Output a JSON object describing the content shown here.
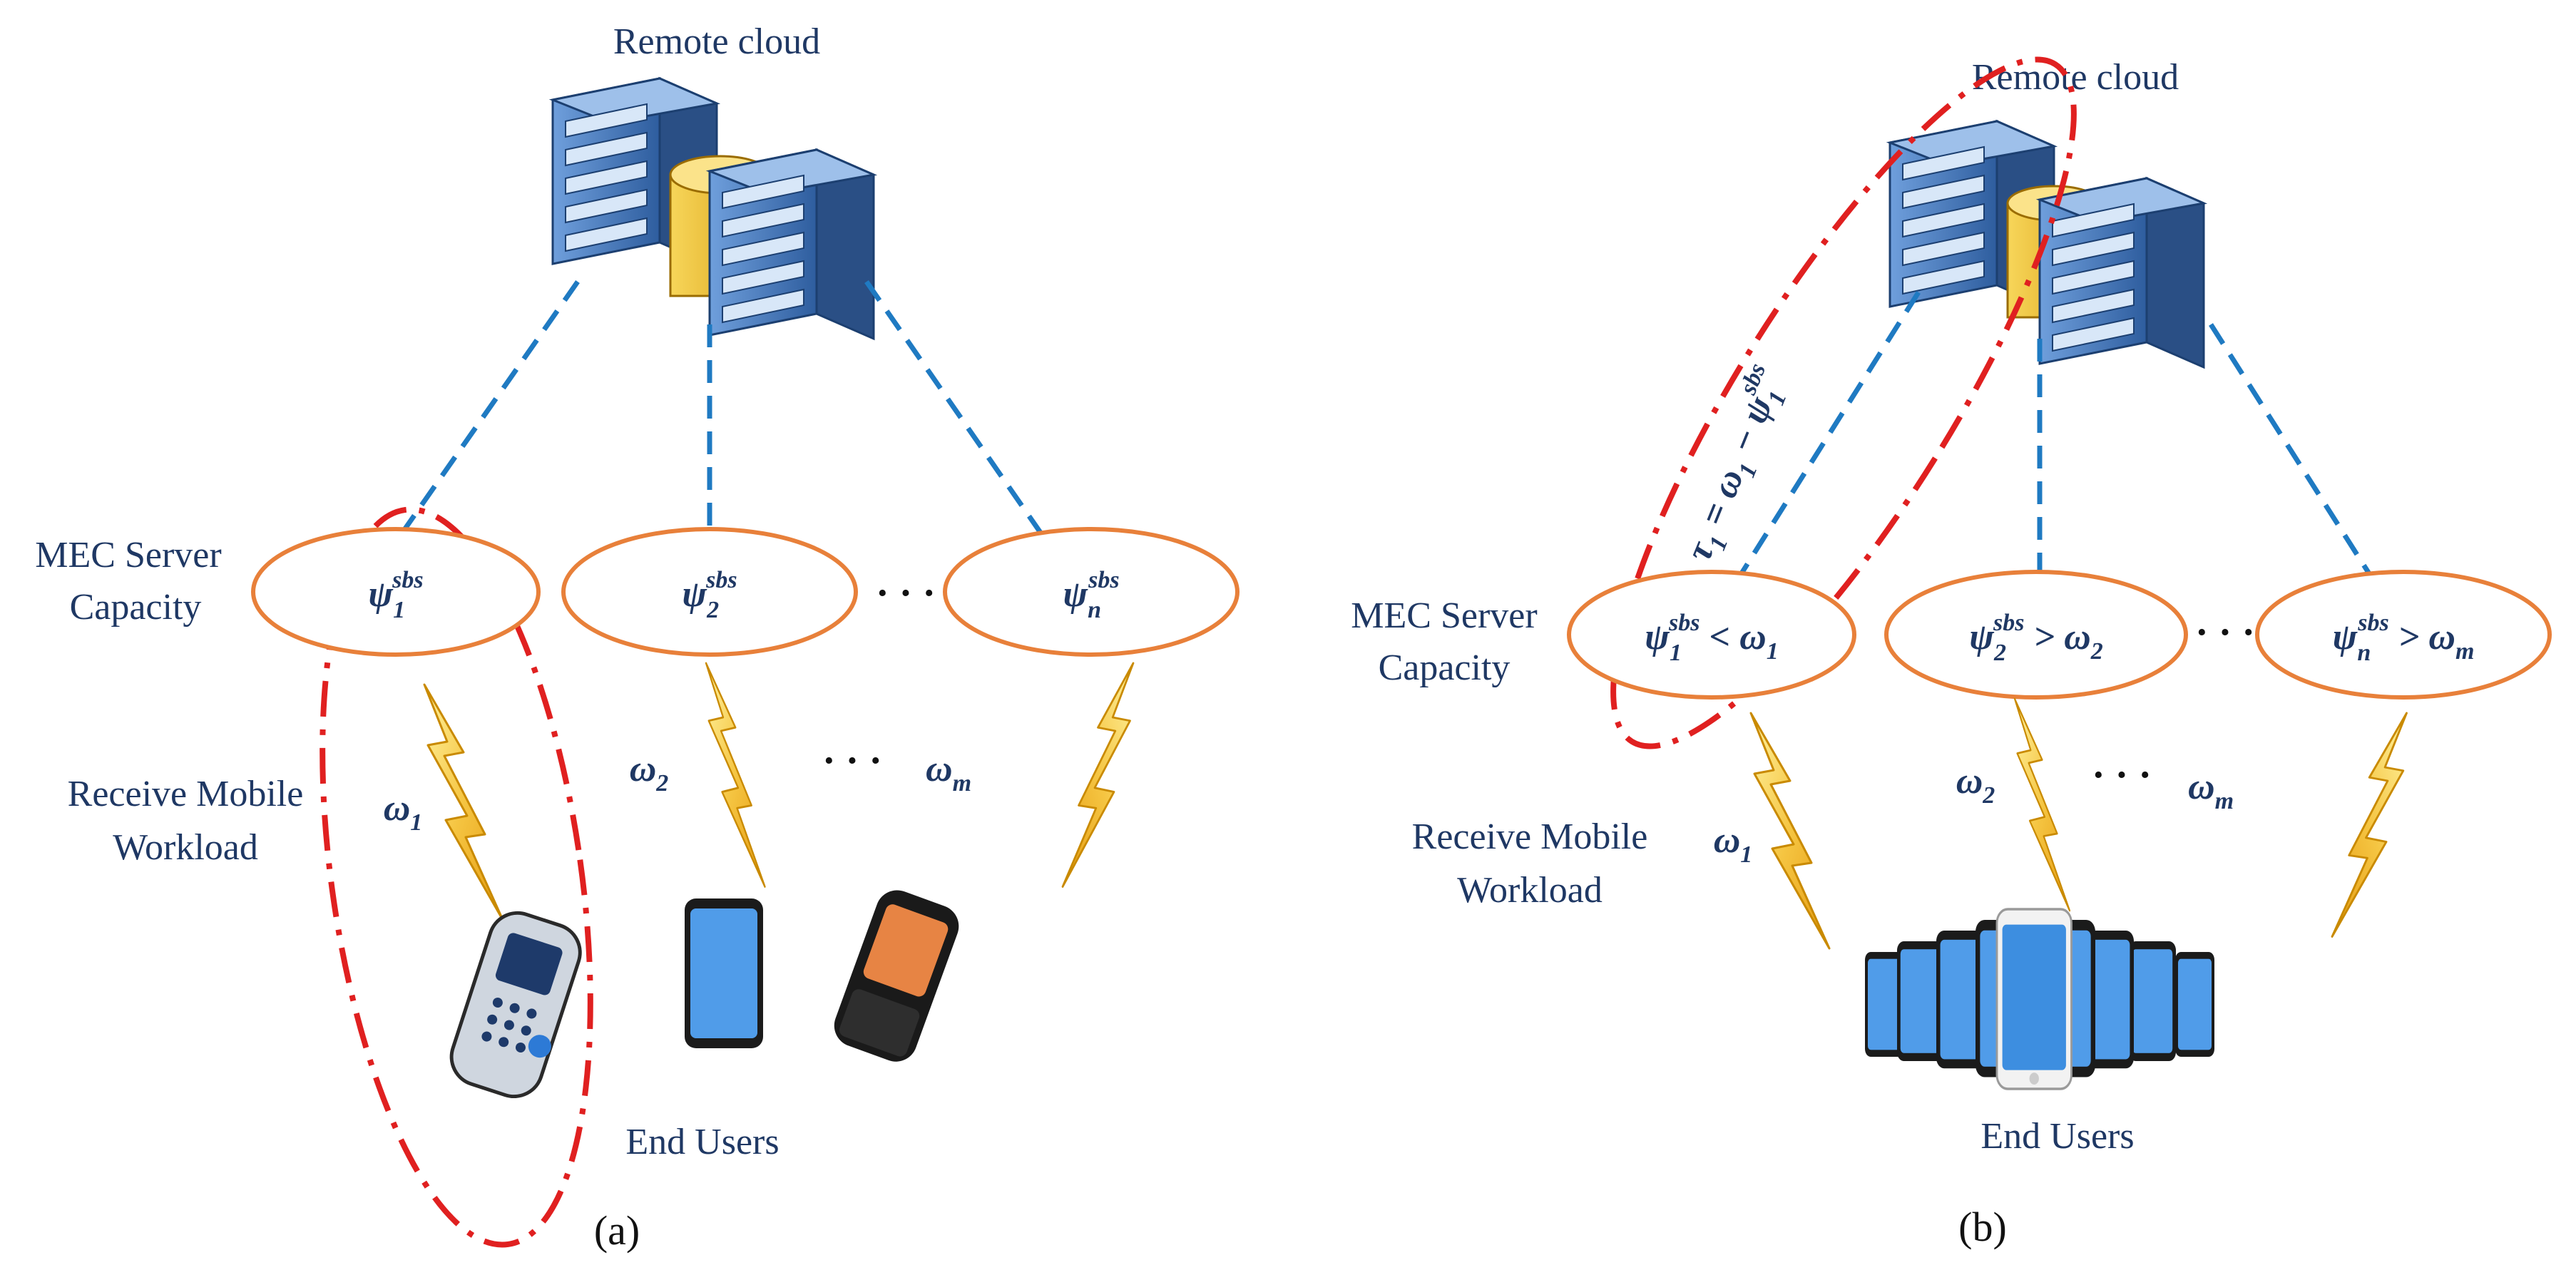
{
  "panels": [
    {
      "id": "a",
      "caption": "(a)",
      "remote_cloud_label": "Remote cloud",
      "mec_label_line1": "MEC Server",
      "mec_label_line2": "Capacity",
      "workload_label_line1": "Receive Mobile",
      "workload_label_line2": "Workload",
      "end_users_label": "End Users",
      "servers": [
        {
          "sym": "ψ",
          "sub": "1",
          "sup": "sbs",
          "rel": ""
        },
        {
          "sym": "ψ",
          "sub": "2",
          "sup": "sbs",
          "rel": ""
        },
        {
          "sym": "ψ",
          "sub": "n",
          "sup": "sbs",
          "rel": ""
        }
      ],
      "workloads": [
        {
          "sym": "ω",
          "sub": "1"
        },
        {
          "sym": "ω",
          "sub": "2"
        },
        {
          "sym": "ω",
          "sub": "m"
        }
      ],
      "ellipsis": "· · ·"
    },
    {
      "id": "b",
      "caption": "(b)",
      "remote_cloud_label": "Remote cloud",
      "mec_label_line1": "MEC Server",
      "mec_label_line2": "Capacity",
      "workload_label_line1": "Receive Mobile",
      "workload_label_line2": "Workload",
      "end_users_label": "End Users",
      "servers": [
        {
          "sym": "ψ",
          "sub": "1",
          "sup": "sbs",
          "rel": " < ω",
          "rel_sub": "1"
        },
        {
          "sym": "ψ",
          "sub": "2",
          "sup": "sbs",
          "rel": " > ω",
          "rel_sub": "2"
        },
        {
          "sym": "ψ",
          "sub": "n",
          "sup": "sbs",
          "rel": " > ω",
          "rel_sub": "m"
        }
      ],
      "workloads": [
        {
          "sym": "ω",
          "sub": "1"
        },
        {
          "sym": "ω",
          "sub": "2"
        },
        {
          "sym": "ω",
          "sub": "m"
        }
      ],
      "ellipsis": "· · ·",
      "offload_expression": {
        "lhs": "τ",
        "lhs_sub": "1",
        "eq": " = ω",
        "rhs1_sub": "1",
        "minus": " − ψ",
        "rhs2_sub": "1",
        "rhs2_sup": "sbs"
      }
    }
  ],
  "colors": {
    "text": "#1f3864",
    "dashed_link": "#1f7ac2",
    "highlight": "#e02020",
    "server_node_outline": "#e8803a",
    "lightning_fill": "#f5c542",
    "lightning_stroke": "#c98a00",
    "server_body": "#4a7fc1",
    "database": "#f2c230"
  }
}
